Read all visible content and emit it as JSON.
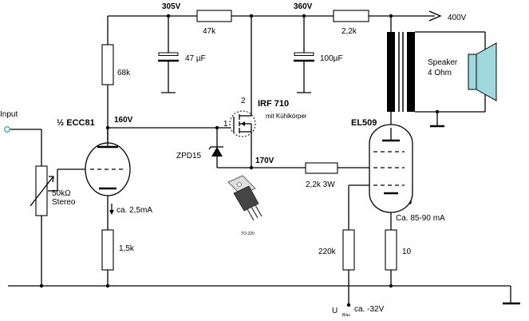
{
  "rails": {
    "v305": "305V",
    "v360": "360V",
    "v400": "400V",
    "v160": "160V",
    "v170": "170V"
  },
  "input": {
    "label": "Input"
  },
  "tube1": {
    "name": "½ ECC81"
  },
  "tube2": {
    "name": "EL509"
  },
  "mosfet": {
    "name": "IRF 710",
    "note": "mit Kühlkörper",
    "pin1": "1",
    "pin2": "2"
  },
  "zener": {
    "name": "ZPD15"
  },
  "package": {
    "label": "TO-220"
  },
  "resistors": {
    "r68k": "68k",
    "r47k": "47k",
    "r2k2": "2,2k",
    "r1k5": "1,5k",
    "r2k2w": "2,2k 3W",
    "r220k": "220k",
    "r10": "10"
  },
  "pot": {
    "value": "50kΩ",
    "type": "Stereo"
  },
  "capacitors": {
    "c47": "47 µF",
    "c100": "100µF"
  },
  "currents": {
    "i1": "ca. 2,5mA",
    "i2": "Ca. 85-90 mA"
  },
  "speaker": {
    "line1": "Speaker",
    "line2": "4 Ohm"
  },
  "bias": {
    "u": "U",
    "sub": "Bias",
    "value": "ca. -32V"
  },
  "colors": {
    "wire": "#000000",
    "speaker_fill": "#9fd9de",
    "input_terminal": "#4aa3b5"
  }
}
